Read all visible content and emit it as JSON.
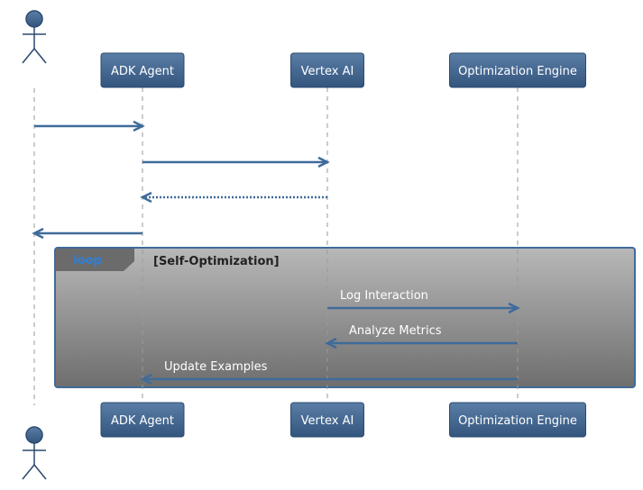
{
  "participants": [
    {
      "id": "user",
      "kind": "actor",
      "label": ""
    },
    {
      "id": "adk",
      "kind": "box",
      "label": "ADK Agent"
    },
    {
      "id": "vertex",
      "kind": "box",
      "label": "Vertex AI"
    },
    {
      "id": "opt",
      "kind": "box",
      "label": "Optimization Engine"
    }
  ],
  "messages": [
    {
      "from": "user",
      "to": "adk",
      "label": "",
      "style": "solid"
    },
    {
      "from": "adk",
      "to": "vertex",
      "label": "",
      "style": "solid"
    },
    {
      "from": "vertex",
      "to": "adk",
      "label": "",
      "style": "dotted"
    },
    {
      "from": "adk",
      "to": "user",
      "label": "",
      "style": "solid"
    }
  ],
  "loop": {
    "keyword": "loop",
    "title": "[Self-Optimization]",
    "messages": [
      {
        "from": "vertex",
        "to": "opt",
        "label": "Log Interaction",
        "style": "solid"
      },
      {
        "from": "opt",
        "to": "vertex",
        "label": "Analyze Metrics",
        "style": "solid"
      },
      {
        "from": "opt",
        "to": "adk",
        "label": "Update Examples",
        "style": "solid"
      }
    ]
  },
  "colors": {
    "participant_top": "#5a7ea6",
    "participant_bottom": "#33557e",
    "participant_border": "#2b4a70",
    "arrow": "#3f6b9a",
    "lifeline": "#9a9a9a",
    "loop_top": "#b8b8b8",
    "loop_bottom": "#6e6e6e",
    "loop_border": "#3f6b9a",
    "loop_tab": "#6b6b6b"
  }
}
